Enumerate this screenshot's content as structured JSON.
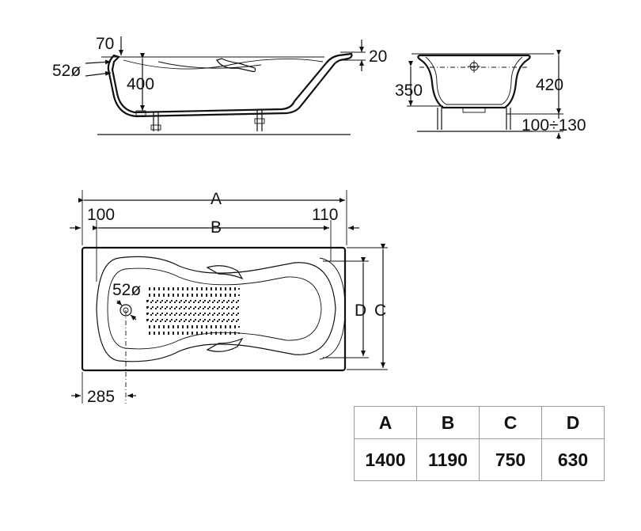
{
  "side_view": {
    "top_offset": "70",
    "outlet_dia": "52ø",
    "depth": "400",
    "rim_thickness": "20"
  },
  "end_view": {
    "inner_height": "350",
    "overall_height": "420",
    "leg_adjust": "100÷130"
  },
  "plan_view": {
    "length_label": "A",
    "inner_length_label": "B",
    "left_offset": "100",
    "right_offset": "110",
    "width_label": "C",
    "inner_width_label": "D",
    "outlet_dia": "52ø",
    "outlet_offset": "285"
  },
  "table": {
    "headers": [
      "A",
      "B",
      "C",
      "D"
    ],
    "values": [
      "1400",
      "1190",
      "750",
      "630"
    ]
  }
}
